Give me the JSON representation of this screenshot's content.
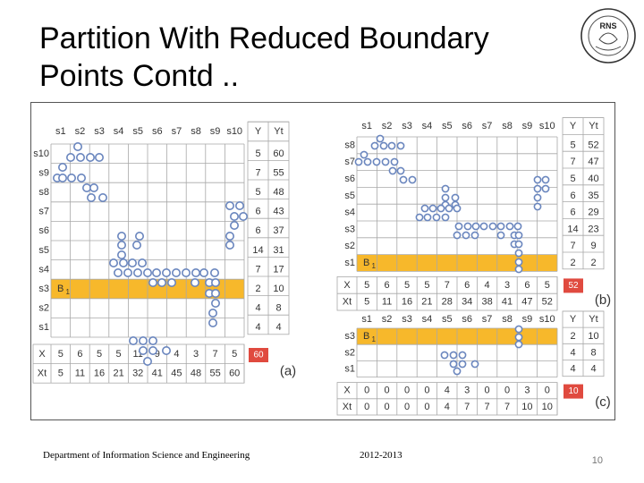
{
  "slide": {
    "title": "Partition With Reduced Boundary Points Contd ..",
    "footer_dept": "Department of Information Science and Engineering",
    "footer_year": "2012-2013",
    "page_number": "10",
    "logo_text": "RNS"
  },
  "colors": {
    "band": "#F7B82B",
    "circle": "#6A86BE",
    "badge": "#E04A3F",
    "grid": "#A8A8A8",
    "text": "#333333"
  },
  "fig_a": {
    "cols": [
      "s1",
      "s2",
      "s3",
      "s4",
      "s5",
      "s6",
      "s7",
      "s8",
      "s9",
      "s10"
    ],
    "rows": [
      "s10",
      "s9",
      "s8",
      "s7",
      "s6",
      "s5",
      "s4",
      "s3",
      "s2",
      "s1"
    ],
    "y_header": "Y",
    "yt_header": "Yt",
    "y": [
      "5",
      "7",
      "5",
      "6",
      "6",
      "14",
      "7",
      "2",
      "4",
      "4"
    ],
    "yt": [
      "60",
      "55",
      "48",
      "43",
      "37",
      "31",
      "17",
      "10",
      "8",
      "4"
    ],
    "band_label": "B_1",
    "x_label": "X",
    "xt_label": "Xt",
    "x": [
      "5",
      "6",
      "5",
      "5",
      "11",
      "9",
      "4",
      "3",
      "7",
      "5"
    ],
    "xt": [
      "5",
      "11",
      "16",
      "21",
      "32",
      "41",
      "45",
      "48",
      "55",
      "60"
    ],
    "total": "60",
    "caption": "(a)"
  },
  "fig_b": {
    "cols": [
      "s1",
      "s2",
      "s3",
      "s4",
      "s5",
      "s6",
      "s7",
      "s8",
      "s9",
      "s10"
    ],
    "rows": [
      "s8",
      "s7",
      "s6",
      "s5",
      "s4",
      "s3",
      "s2",
      "s1"
    ],
    "y_header": "Y",
    "yt_header": "Yt",
    "y": [
      "5",
      "7",
      "5",
      "6",
      "6",
      "14",
      "7",
      "2"
    ],
    "yt": [
      "52",
      "47",
      "40",
      "35",
      "29",
      "23",
      "9",
      "2"
    ],
    "band_label": "B_1",
    "x_label": "X",
    "xt_label": "Xt",
    "x": [
      "5",
      "6",
      "5",
      "5",
      "7",
      "6",
      "4",
      "3",
      "6",
      "5"
    ],
    "xt": [
      "5",
      "11",
      "16",
      "21",
      "28",
      "34",
      "38",
      "41",
      "47",
      "52"
    ],
    "total": "52",
    "caption": "(b)"
  },
  "fig_c": {
    "cols": [
      "s1",
      "s2",
      "s3",
      "s4",
      "s5",
      "s6",
      "s7",
      "s8",
      "s9",
      "s10"
    ],
    "rows": [
      "s3",
      "s2",
      "s1"
    ],
    "y_header": "Y",
    "yt_header": "Yt",
    "y": [
      "2",
      "4",
      "4"
    ],
    "yt": [
      "10",
      "8",
      "4"
    ],
    "band_label": "B_1",
    "x_label": "X",
    "xt_label": "Xt",
    "x": [
      "0",
      "0",
      "0",
      "0",
      "4",
      "3",
      "0",
      "0",
      "3",
      "0"
    ],
    "xt": [
      "0",
      "0",
      "0",
      "0",
      "4",
      "7",
      "7",
      "7",
      "10",
      "10"
    ],
    "total": "10",
    "caption": "(c)"
  }
}
